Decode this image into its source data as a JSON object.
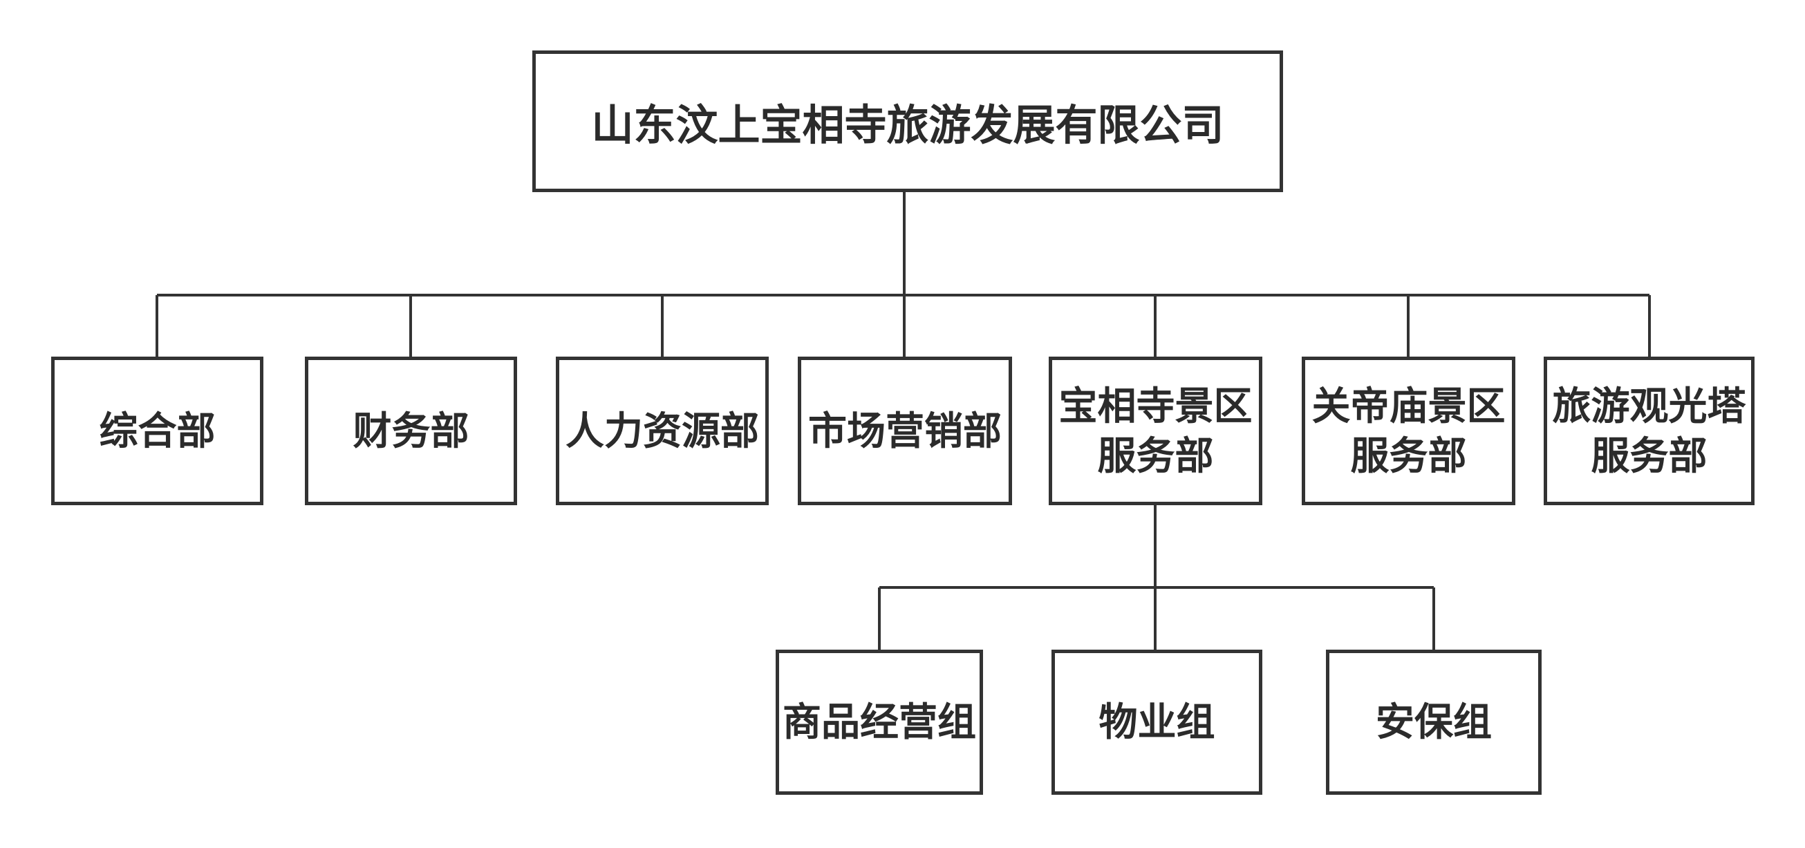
{
  "diagram": {
    "type": "org-chart",
    "colors": {
      "line": "#333333",
      "box_border": "#333333",
      "box_background": "#ffffff",
      "text": "#2b2b2b",
      "page_background": "#ffffff"
    },
    "root": {
      "label": "山东汶上宝相寺旅游发展有限公司",
      "lines": [
        "山东汶上宝相寺旅游发展有限公司"
      ]
    },
    "departments": [
      {
        "label": "综合部",
        "lines": [
          "综合部"
        ],
        "parent": "山东汶上宝相寺旅游发展有限公司"
      },
      {
        "label": "财务部",
        "lines": [
          "财务部"
        ],
        "parent": "山东汶上宝相寺旅游发展有限公司"
      },
      {
        "label": "人力资源部",
        "lines": [
          "人力资源部"
        ],
        "parent": "山东汶上宝相寺旅游发展有限公司"
      },
      {
        "label": "市场营销部",
        "lines": [
          "市场营销部"
        ],
        "parent": "山东汶上宝相寺旅游发展有限公司"
      },
      {
        "label": "宝相寺景区服务部",
        "lines": [
          "宝相寺景区",
          "服务部"
        ],
        "parent": "山东汶上宝相寺旅游发展有限公司"
      },
      {
        "label": "关帝庙景区服务部",
        "lines": [
          "关帝庙景区",
          "服务部"
        ],
        "parent": "山东汶上宝相寺旅游发展有限公司"
      },
      {
        "label": "旅游观光塔服务部",
        "lines": [
          "旅游观光塔",
          "服务部"
        ],
        "parent": "山东汶上宝相寺旅游发展有限公司"
      }
    ],
    "teams": [
      {
        "label": "商品经营组",
        "lines": [
          "商品经营组"
        ],
        "parent": "宝相寺景区服务部"
      },
      {
        "label": "物业组",
        "lines": [
          "物业组"
        ],
        "parent": "宝相寺景区服务部"
      },
      {
        "label": "安保组",
        "lines": [
          "安保组"
        ],
        "parent": "宝相寺景区服务部"
      }
    ]
  }
}
